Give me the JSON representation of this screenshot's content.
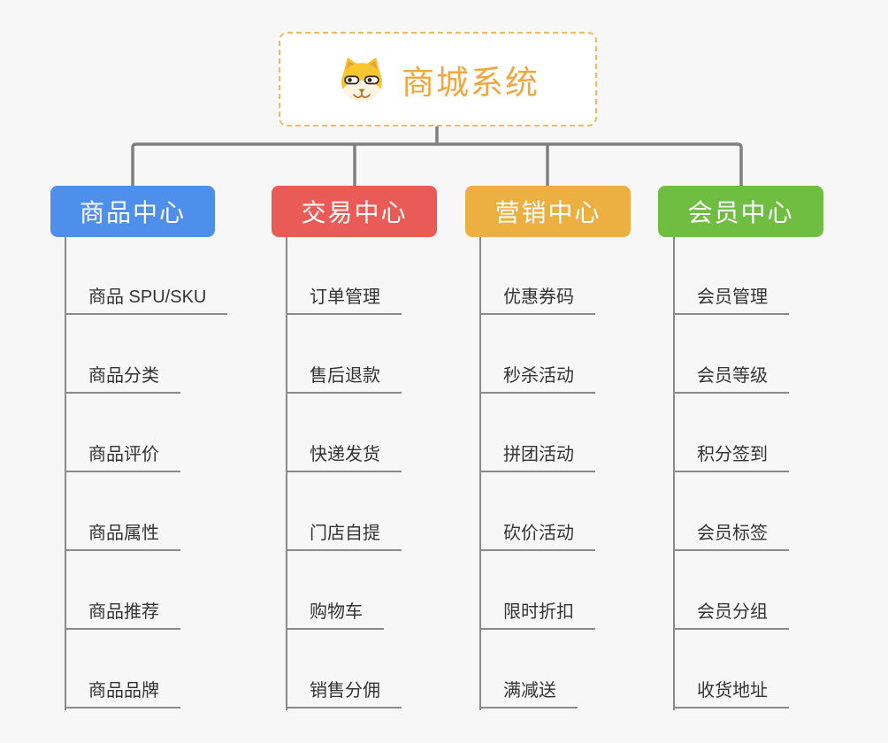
{
  "page": {
    "background_color": "#f7f7f7",
    "connector_color": "#7f7f7f"
  },
  "root": {
    "title": "商城系统",
    "icon": "doge-icon",
    "title_color": "#efa73f",
    "border_color": "#f3b95f"
  },
  "branches": [
    {
      "label": "商品中心",
      "color": "#4d8fea",
      "items": [
        "商品 SPU/SKU",
        "商品分类",
        "商品评价",
        "商品属性",
        "商品推荐",
        "商品品牌"
      ]
    },
    {
      "label": "交易中心",
      "color": "#e95b57",
      "items": [
        "订单管理",
        "售后退款",
        "快递发货",
        "门店自提",
        "购物车",
        "销售分佣"
      ]
    },
    {
      "label": "营销中心",
      "color": "#ecaf41",
      "items": [
        "优惠券码",
        "秒杀活动",
        "拼团活动",
        "砍价活动",
        "限时折扣",
        "满减送"
      ]
    },
    {
      "label": "会员中心",
      "color": "#70be41",
      "items": [
        "会员管理",
        "会员等级",
        "积分签到",
        "会员标签",
        "会员分组",
        "收货地址"
      ]
    }
  ]
}
